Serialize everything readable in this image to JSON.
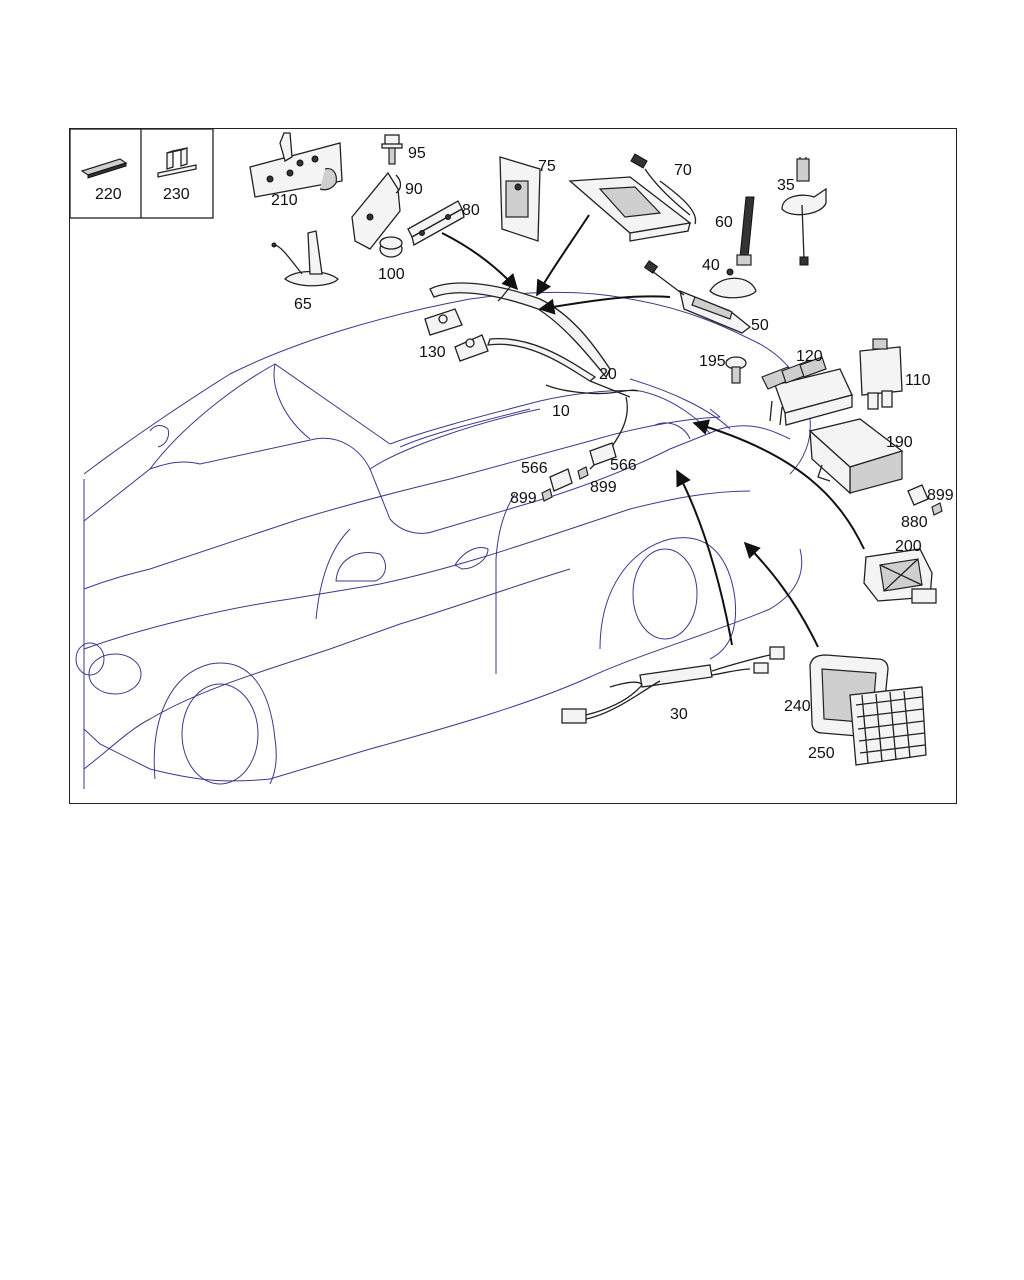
{
  "diagram": {
    "inset_labels": {
      "left": "220",
      "right": "230"
    },
    "part_labels": {
      "p210": "210",
      "p95": "95",
      "p90": "90",
      "p80": "80",
      "p100": "100",
      "p65": "65",
      "p75": "75",
      "p70": "70",
      "p60": "60",
      "p35": "35",
      "p40": "40",
      "p50": "50",
      "p130": "130",
      "p20": "20",
      "p10": "10",
      "p195": "195",
      "p120": "120",
      "p110": "110",
      "p190": "190",
      "p566a": "566",
      "p566b": "566",
      "p899a": "899",
      "p899b": "899",
      "p899c": "899",
      "p880": "880",
      "p200": "200",
      "p240": "240",
      "p250": "250",
      "p30": "30"
    }
  }
}
